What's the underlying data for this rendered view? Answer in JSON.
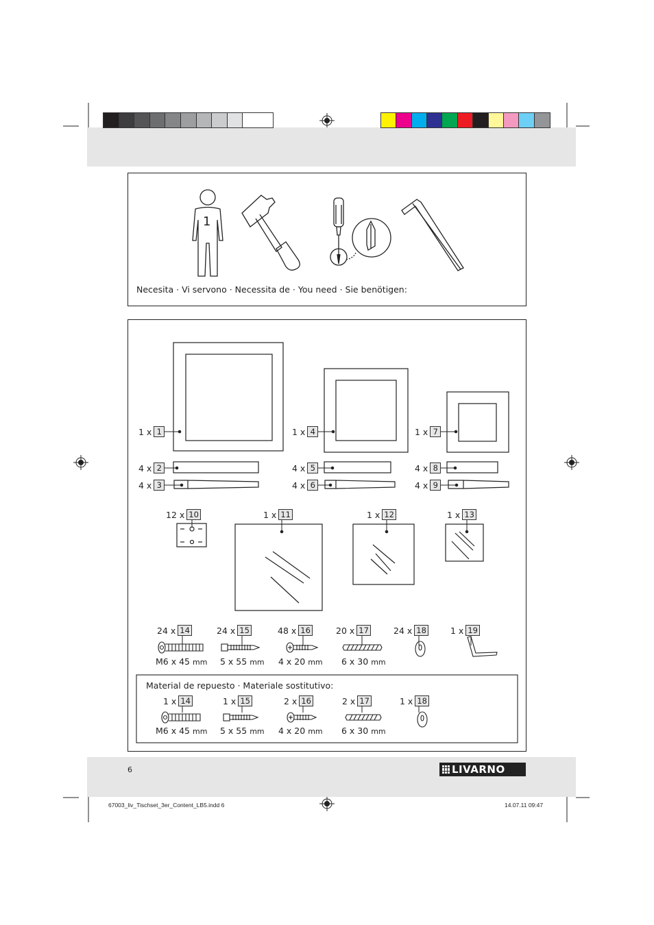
{
  "page": {
    "page_number": "6",
    "footer_file": "67003_liv_Tischset_3er_Content_LB5.indd   6",
    "footer_date": "14.07.11   09:47"
  },
  "colors": {
    "gray_swatches": [
      "#231f20",
      "#3d3d3f",
      "#555557",
      "#6d6e70",
      "#858688",
      "#9d9ea0",
      "#b5b6b8",
      "#cbcccd",
      "#e1e2e3",
      "#ffffff"
    ],
    "color_swatches": [
      "#fff200",
      "#ec008c",
      "#00aeef",
      "#2e3192",
      "#00a651",
      "#ed1c24",
      "#231f20",
      "#fff799",
      "#f49ac1",
      "#6dcff6",
      "#939598"
    ],
    "band": "#e6e6e7"
  },
  "tools": {
    "person_count": "1",
    "caption": "Necesita · Vi servono · Necessita de · You need · Sie benötigen:"
  },
  "parts": {
    "frames": [
      {
        "qty": "1 x",
        "num": "1"
      },
      {
        "qty": "1 x",
        "num": "4"
      },
      {
        "qty": "1 x",
        "num": "7"
      }
    ],
    "bars": [
      {
        "qty": "4 x",
        "num": "2"
      },
      {
        "qty": "4 x",
        "num": "3"
      },
      {
        "qty": "4 x",
        "num": "5"
      },
      {
        "qty": "4 x",
        "num": "6"
      },
      {
        "qty": "4 x",
        "num": "8"
      },
      {
        "qty": "4 x",
        "num": "9"
      }
    ],
    "glass": [
      {
        "qty": "12 x",
        "num": "10"
      },
      {
        "qty": "1 x",
        "num": "11"
      },
      {
        "qty": "1 x",
        "num": "12"
      },
      {
        "qty": "1 x",
        "num": "13"
      }
    ],
    "hardware": [
      {
        "qty": "24 x",
        "num": "14",
        "size": "M6 x 45",
        "unit": "mm"
      },
      {
        "qty": "24 x",
        "num": "15",
        "size": "5 x 55",
        "unit": "mm"
      },
      {
        "qty": "48 x",
        "num": "16",
        "size": "4 x 20",
        "unit": "mm"
      },
      {
        "qty": "20 x",
        "num": "17",
        "size": "6 x 30",
        "unit": "mm"
      },
      {
        "qty": "24 x",
        "num": "18",
        "size": "",
        "unit": ""
      },
      {
        "qty": "1 x",
        "num": "19",
        "size": "",
        "unit": ""
      }
    ]
  },
  "spares": {
    "title": "Material de repuesto · Materiale sostitutivo:",
    "items": [
      {
        "qty": "1 x",
        "num": "14",
        "size": "M6 x 45",
        "unit": "mm"
      },
      {
        "qty": "1 x",
        "num": "15",
        "size": "5 x 55",
        "unit": "mm"
      },
      {
        "qty": "2 x",
        "num": "16",
        "size": "4 x 20",
        "unit": "mm"
      },
      {
        "qty": "2 x",
        "num": "17",
        "size": "6 x 30",
        "unit": "mm"
      },
      {
        "qty": "1 x",
        "num": "18",
        "size": "",
        "unit": ""
      }
    ]
  },
  "brand": {
    "logo_text": "LIVARNO"
  }
}
